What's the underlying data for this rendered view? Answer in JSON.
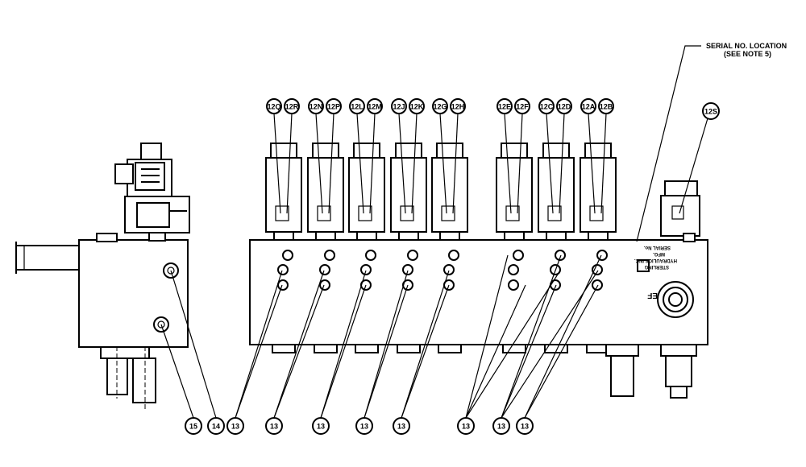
{
  "serial_note": {
    "line1": "SERIAL NO. LOCATION",
    "line2": "(SEE NOTE 5)"
  },
  "valve_balloons": [
    "12Q",
    "12R",
    "12N",
    "12P",
    "12L",
    "12M",
    "12J",
    "12K",
    "12G",
    "12H",
    "12E",
    "12F",
    "12C",
    "12D",
    "12A",
    "12B"
  ],
  "single_valve_balloon": "12S",
  "bottom_balloons": [
    "15",
    "14",
    "13",
    "13",
    "13",
    "13",
    "13",
    "13",
    "13",
    "13"
  ],
  "manifold_text": {
    "port_label": "EF",
    "stamp_lines": [
      "STERLING",
      "HYDRAULICS INC.",
      "MFG.",
      "SERIAL No."
    ]
  }
}
